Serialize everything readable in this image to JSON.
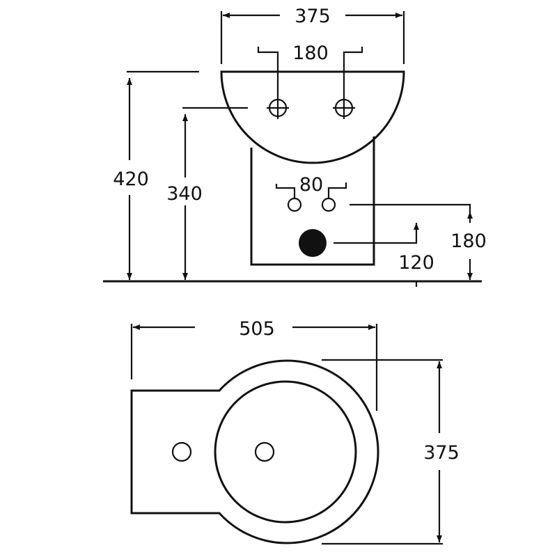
{
  "front_view": {
    "dimensions": {
      "overall_width": "375",
      "tap_spacing": "180",
      "total_height": "420",
      "tap_height": "340",
      "inlet_spacing": "80",
      "inlet_height": "180",
      "outlet_height": "120"
    }
  },
  "plan_view": {
    "dimensions": {
      "overall_length": "505",
      "bowl_width": "375"
    }
  },
  "colors": {
    "line": "#111111",
    "background": "#ffffff"
  }
}
